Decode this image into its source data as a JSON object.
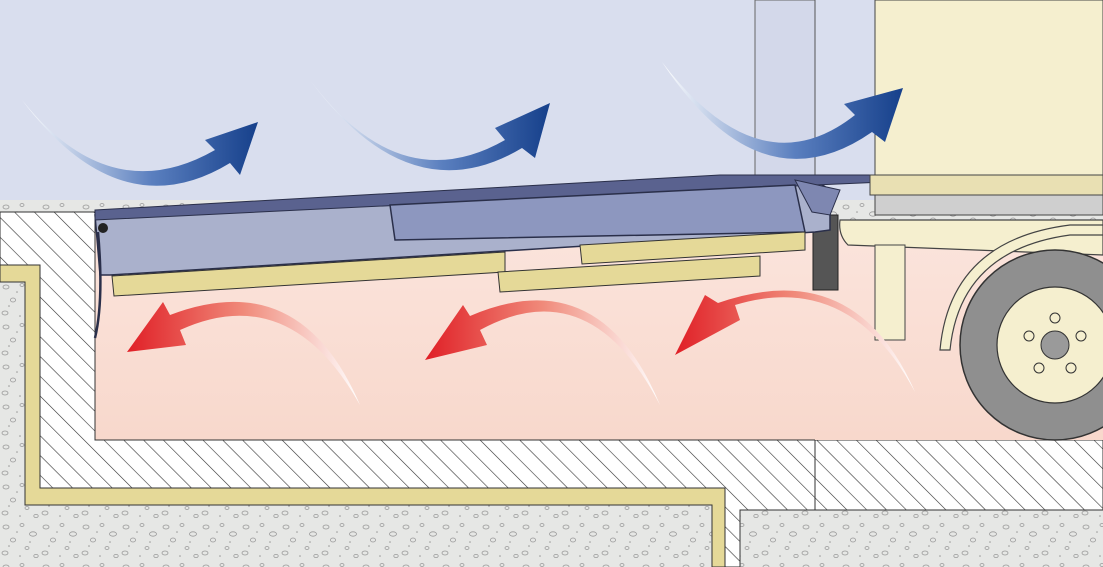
{
  "diagram": {
    "subject": "dock-leveler-pit-airflow",
    "colors": {
      "interior_air": "#d9deee",
      "pit_air": "#f9ddd2",
      "concrete": "#e6e7e5",
      "wall_hatch_fill": "#ffffff",
      "hatch_line": "#333333",
      "insulation": "#e5d998",
      "leveler_deck": "#aab1cc",
      "leveler_plate": "#8d97bf",
      "trailer": "#f5efcf",
      "wheel_tire": "#8f8f8f",
      "warm_arrow": "#e32b2b",
      "cool_arrow": "#1a4b93"
    },
    "arrows": {
      "cool_airflow_count": 3,
      "cool_airflow_icon": "blue-curved-arrow-icon",
      "warm_airflow_count": 3,
      "warm_airflow_icon": "red-curved-arrow-icon"
    }
  }
}
